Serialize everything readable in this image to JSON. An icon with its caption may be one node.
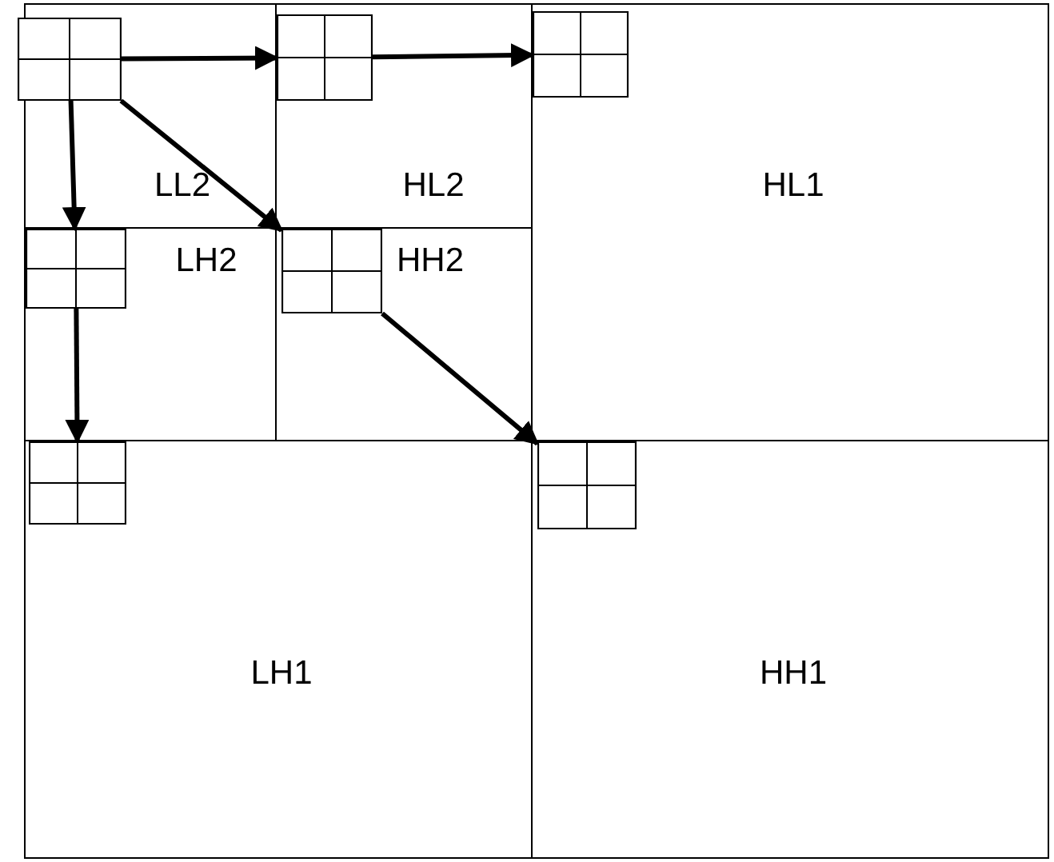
{
  "diagram": {
    "nodes": [
      {
        "text": [
          "LL2"
        ]
      },
      {
        "text": [
          "HL2"
        ]
      },
      {
        "text": [
          "HL1"
        ]
      },
      {
        "text": [
          "LH2"
        ]
      },
      {
        "text": [
          "HH2"
        ]
      },
      {
        "text": [
          "LH1"
        ]
      },
      {
        "text": [
          "HH1"
        ]
      },
      {
        "text": [],
        "shape": "grid",
        "in": 0
      },
      {
        "text": [],
        "shape": "grid",
        "in": 1
      },
      {
        "text": [],
        "shape": "grid",
        "in": 2
      },
      {
        "text": [],
        "shape": "grid",
        "in": 3
      },
      {
        "text": [],
        "shape": "grid",
        "in": 4
      },
      {
        "text": [],
        "shape": "grid",
        "in": 5
      },
      {
        "text": [],
        "shape": "grid",
        "in": 6
      }
    ],
    "edges": [
      {
        "from": 7,
        "to": 8,
        "arrow": "to"
      },
      {
        "from": 8,
        "to": 9,
        "arrow": "to"
      },
      {
        "from": 7,
        "to": 10,
        "arrow": "to"
      },
      {
        "from": 7,
        "to": 11,
        "arrow": "to"
      },
      {
        "from": 10,
        "to": 12,
        "arrow": "to"
      },
      {
        "from": 11,
        "to": 13,
        "arrow": "to"
      }
    ]
  }
}
